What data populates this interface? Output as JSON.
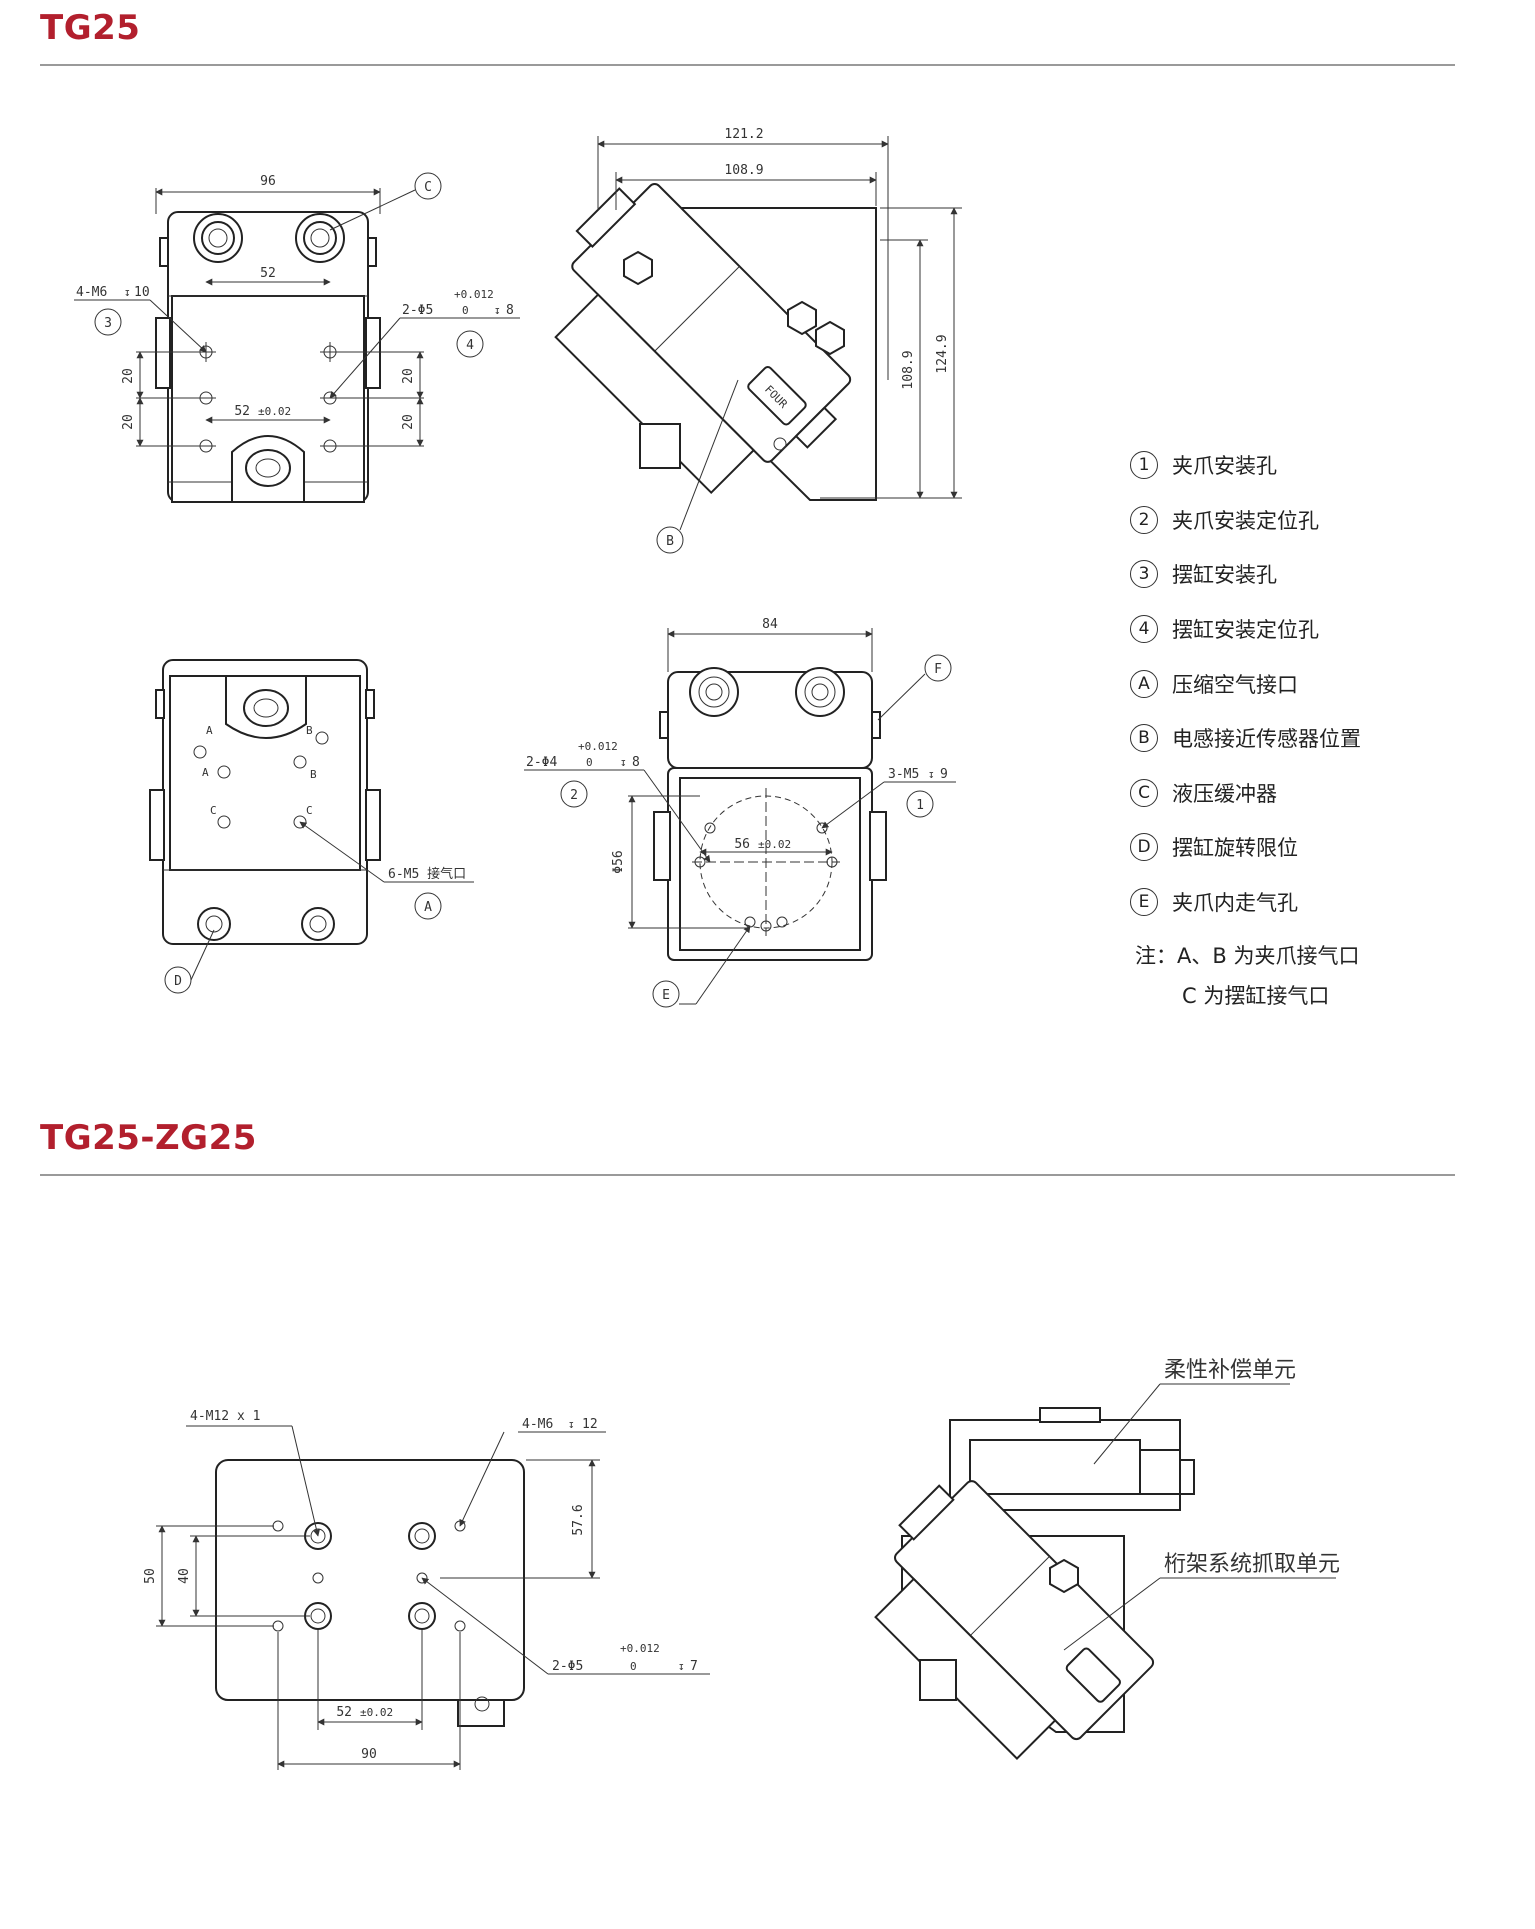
{
  "sections": {
    "s1_title": "TG25",
    "s2_title": "TG25-ZG25"
  },
  "view_front": {
    "dim_width": "96",
    "dim_holes": "52",
    "dim_holes_tol": "52",
    "tol": "±0.02",
    "dim_20a": "20",
    "dim_20b": "20",
    "dim_20c": "20",
    "dim_20d": "20",
    "label_4m6": "4-M6",
    "label_4m6_depth": "10",
    "label_2phi5": "2-Φ5",
    "tol_upper": "+0.012",
    "tol_lower": "0",
    "depth_8": "8",
    "mark_c": "C",
    "mark_3": "3",
    "mark_4": "4"
  },
  "view_side": {
    "dim_121": "121.2",
    "dim_108w": "108.9",
    "dim_108h": "108.9",
    "dim_124": "124.9",
    "mark_b": "B",
    "brand": "FOUR"
  },
  "view_bottom": {
    "label_6m5": "6-M5 接气口",
    "mark_a": "A",
    "mark_d": "D",
    "port_a1": "A",
    "port_a2": "A",
    "port_b1": "B",
    "port_b2": "B",
    "port_c1": "C",
    "port_c2": "C"
  },
  "view_top": {
    "dim_84": "84",
    "label_2phi4": "2-Φ4",
    "tol_upper": "+0.012",
    "tol_lower": "0",
    "depth_8": "8",
    "label_3m5": "3-M5",
    "depth_9": "9",
    "dim_56": "56",
    "tol": "±0.02",
    "dim_phi56": "Φ56",
    "mark_2": "2",
    "mark_1": "1",
    "mark_f": "F",
    "mark_e": "E"
  },
  "legend": {
    "items": [
      {
        "mark": "1",
        "text": "夹爪安装孔"
      },
      {
        "mark": "2",
        "text": "夹爪安装定位孔"
      },
      {
        "mark": "3",
        "text": "摆缸安装孔"
      },
      {
        "mark": "4",
        "text": "摆缸安装定位孔"
      },
      {
        "mark": "A",
        "text": "压缩空气接口"
      },
      {
        "mark": "B",
        "text": "电感接近传感器位置"
      },
      {
        "mark": "C",
        "text": "液压缓冲器"
      },
      {
        "mark": "D",
        "text": "摆缸旋转限位"
      },
      {
        "mark": "E",
        "text": "夹爪内走气孔"
      }
    ],
    "note_line1": "注：A、B 为夹爪接气口",
    "note_line2": "C 为摆缸接气口"
  },
  "view_plate": {
    "label_4m12": "4-M12 x 1",
    "label_4m6": "4-M6",
    "depth_12": "12",
    "dim_57": "57.6",
    "dim_50": "50",
    "dim_40": "40",
    "label_2phi5": "2-Φ5",
    "tol_upper": "+0.012",
    "tol_lower": "0",
    "depth_7": "7",
    "dim_52": "52",
    "tol": "±0.02",
    "dim_90": "90"
  },
  "view_assembly": {
    "label_flex": "柔性补偿单元",
    "label_gantry": "桁架系统抓取单元"
  }
}
